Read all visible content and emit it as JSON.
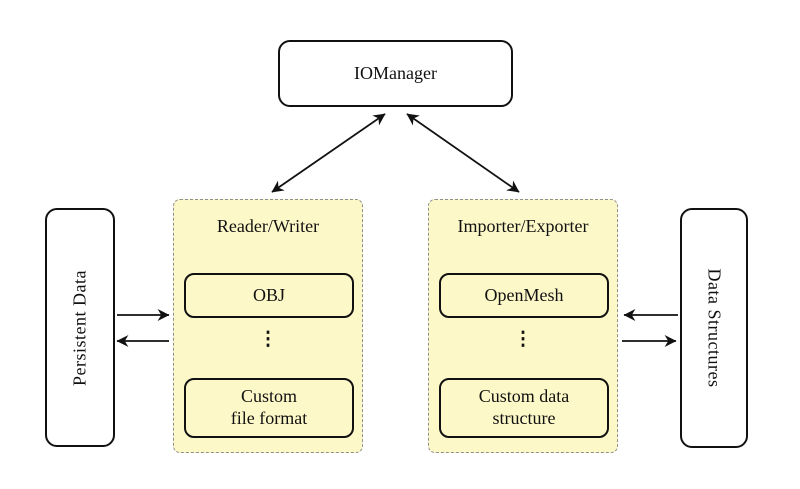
{
  "nodes": {
    "io_manager": {
      "label": "IOManager"
    },
    "persistent_data": {
      "label": "Persistent Data"
    },
    "data_structures": {
      "label": "Data Structures"
    }
  },
  "groups": {
    "reader_writer": {
      "label": "Reader/Writer",
      "item_top": "OBJ",
      "ellipsis": "⋮",
      "item_bottom_line1": "Custom",
      "item_bottom_line2": "file format"
    },
    "importer_exporter": {
      "label": "Importer/Exporter",
      "item_top": "OpenMesh",
      "ellipsis": "⋮",
      "item_bottom_line1": "Custom data",
      "item_bottom_line2": "structure"
    }
  },
  "colors": {
    "group_fill": "#FDF8C8",
    "group_border": "#8F8F8F",
    "node_fill": "#FFFFFF",
    "node_border": "#111111",
    "arrow": "#111111",
    "background": "#FFFFFF"
  }
}
